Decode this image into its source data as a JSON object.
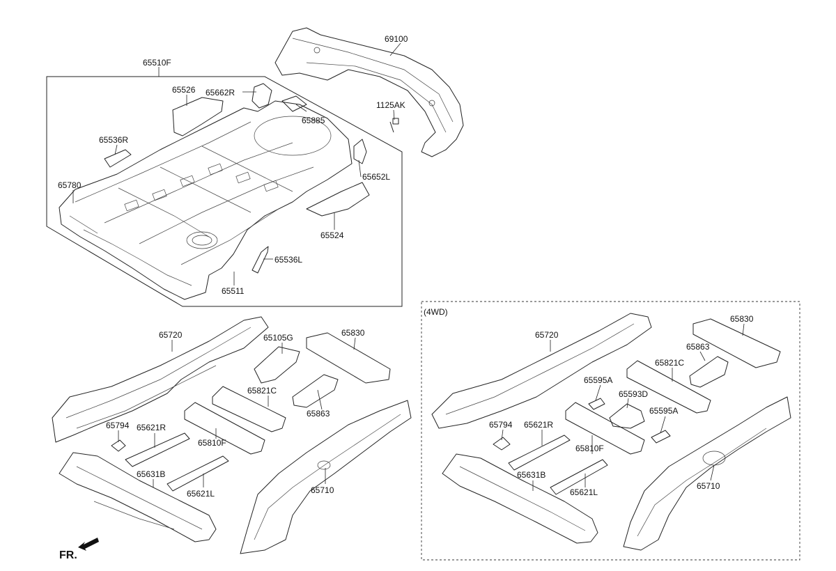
{
  "diagram": {
    "group_label": "(4WD)",
    "front_indicator": "FR.",
    "labels": {
      "p65510F": "65510F",
      "p69100": "69100",
      "p65526": "65526",
      "p65662R": "65662R",
      "p65885": "65885",
      "p1125AK": "1125AK",
      "p65536R": "65536R",
      "p65652L": "65652L",
      "p65780": "65780",
      "p65524": "65524",
      "p65536L": "65536L",
      "p65511": "65511",
      "a65720": "65720",
      "a65105G": "65105G",
      "a65830": "65830",
      "a65821C": "65821C",
      "a65863": "65863",
      "a65794": "65794",
      "a65621R": "65621R",
      "a65810F": "65810F",
      "a65631B": "65631B",
      "a65621L": "65621L",
      "a65710": "65710",
      "b65720": "65720",
      "b65830": "65830",
      "b65863": "65863",
      "b65821C": "65821C",
      "b65595A_1": "65595A",
      "b65593D": "65593D",
      "b65595A_2": "65595A",
      "b65794": "65794",
      "b65621R": "65621R",
      "b65810F": "65810F",
      "b65631B": "65631B",
      "b65621L": "65621L",
      "b65710": "65710"
    }
  }
}
